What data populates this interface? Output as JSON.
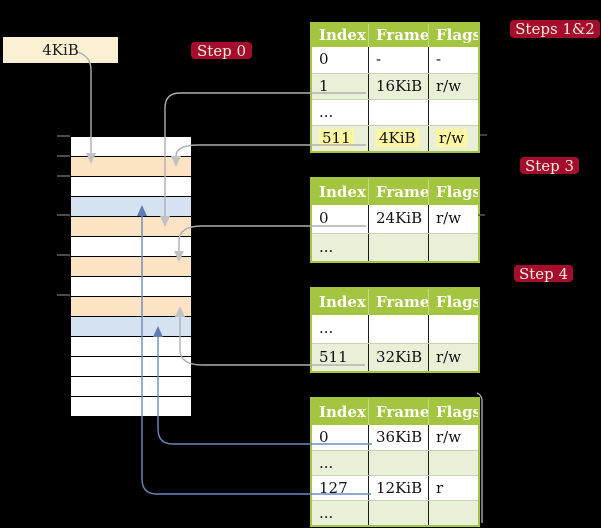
{
  "frame_box": {
    "label": "4KiB"
  },
  "badges": {
    "step0": "Step 0",
    "steps12": "Steps 1&2",
    "step3": "Step 3",
    "step4": "Step 4"
  },
  "memory": {
    "rows": [
      {
        "fill": "white"
      },
      {
        "fill": "peach"
      },
      {
        "fill": "white"
      },
      {
        "fill": "blue"
      },
      {
        "fill": "peach"
      },
      {
        "fill": "white"
      },
      {
        "fill": "peach"
      },
      {
        "fill": "white"
      },
      {
        "fill": "peach"
      },
      {
        "fill": "blue"
      },
      {
        "fill": "white"
      },
      {
        "fill": "white"
      },
      {
        "fill": "white"
      },
      {
        "fill": "white"
      }
    ]
  },
  "tables": [
    {
      "headers": [
        "Index",
        "Frame",
        "Flags"
      ],
      "rows": [
        {
          "cells": [
            "0",
            "-",
            "-"
          ],
          "shade": "white",
          "highlight": false
        },
        {
          "cells": [
            "1",
            "16KiB",
            "r/w"
          ],
          "shade": "green",
          "highlight": false
        },
        {
          "cells": [
            "...",
            "",
            ""
          ],
          "shade": "white",
          "highlight": false
        },
        {
          "cells": [
            "511",
            "4KiB",
            "r/w"
          ],
          "shade": "green",
          "highlight": true
        }
      ]
    },
    {
      "headers": [
        "Index",
        "Frame",
        "Flags"
      ],
      "rows": [
        {
          "cells": [
            "0",
            "24KiB",
            "r/w"
          ],
          "shade": "white",
          "highlight": false
        },
        {
          "cells": [
            "...",
            "",
            ""
          ],
          "shade": "green",
          "highlight": false
        }
      ]
    },
    {
      "headers": [
        "Index",
        "Frame",
        "Flags"
      ],
      "rows": [
        {
          "cells": [
            "...",
            "",
            ""
          ],
          "shade": "white",
          "highlight": false
        },
        {
          "cells": [
            "511",
            "32KiB",
            "r/w"
          ],
          "shade": "green",
          "highlight": false
        }
      ]
    },
    {
      "headers": [
        "Index",
        "Frame",
        "Flags"
      ],
      "rows": [
        {
          "cells": [
            "0",
            "36KiB",
            "r/w"
          ],
          "shade": "white",
          "highlight": false
        },
        {
          "cells": [
            "...",
            "",
            ""
          ],
          "shade": "green",
          "highlight": false
        },
        {
          "cells": [
            "127",
            "12KiB",
            "r"
          ],
          "shade": "white",
          "highlight": false
        },
        {
          "cells": [
            "...",
            "",
            ""
          ],
          "shade": "green",
          "highlight": false
        }
      ]
    }
  ],
  "connectors": [
    {
      "name": "frame-size-to-frame-4kib",
      "color": "gray"
    },
    {
      "name": "entry-1-to-frame-16kib",
      "color": "gray"
    },
    {
      "name": "entry-511-to-frame-4kib",
      "color": "gray"
    },
    {
      "name": "entry-0-to-frame-24kib",
      "color": "gray"
    },
    {
      "name": "entry-511-to-frame-32kib",
      "color": "gray"
    },
    {
      "name": "entry-0-to-frame-36kib",
      "color": "blue"
    },
    {
      "name": "entry-127-to-frame-12kib",
      "color": "blue"
    }
  ],
  "colors": {
    "white": "#FFFFFF",
    "green": "#E9F0D7",
    "peach": "#FBE3C4",
    "blue": "#D4E2F1",
    "cream": "#FBF0D2",
    "highlight": "#FDF7A1",
    "table_green": "#A3C53F",
    "badge_red": "#A60D2C",
    "arrow_gray": "#AFAFB2",
    "arrow_blue": "#6B8ABF"
  }
}
